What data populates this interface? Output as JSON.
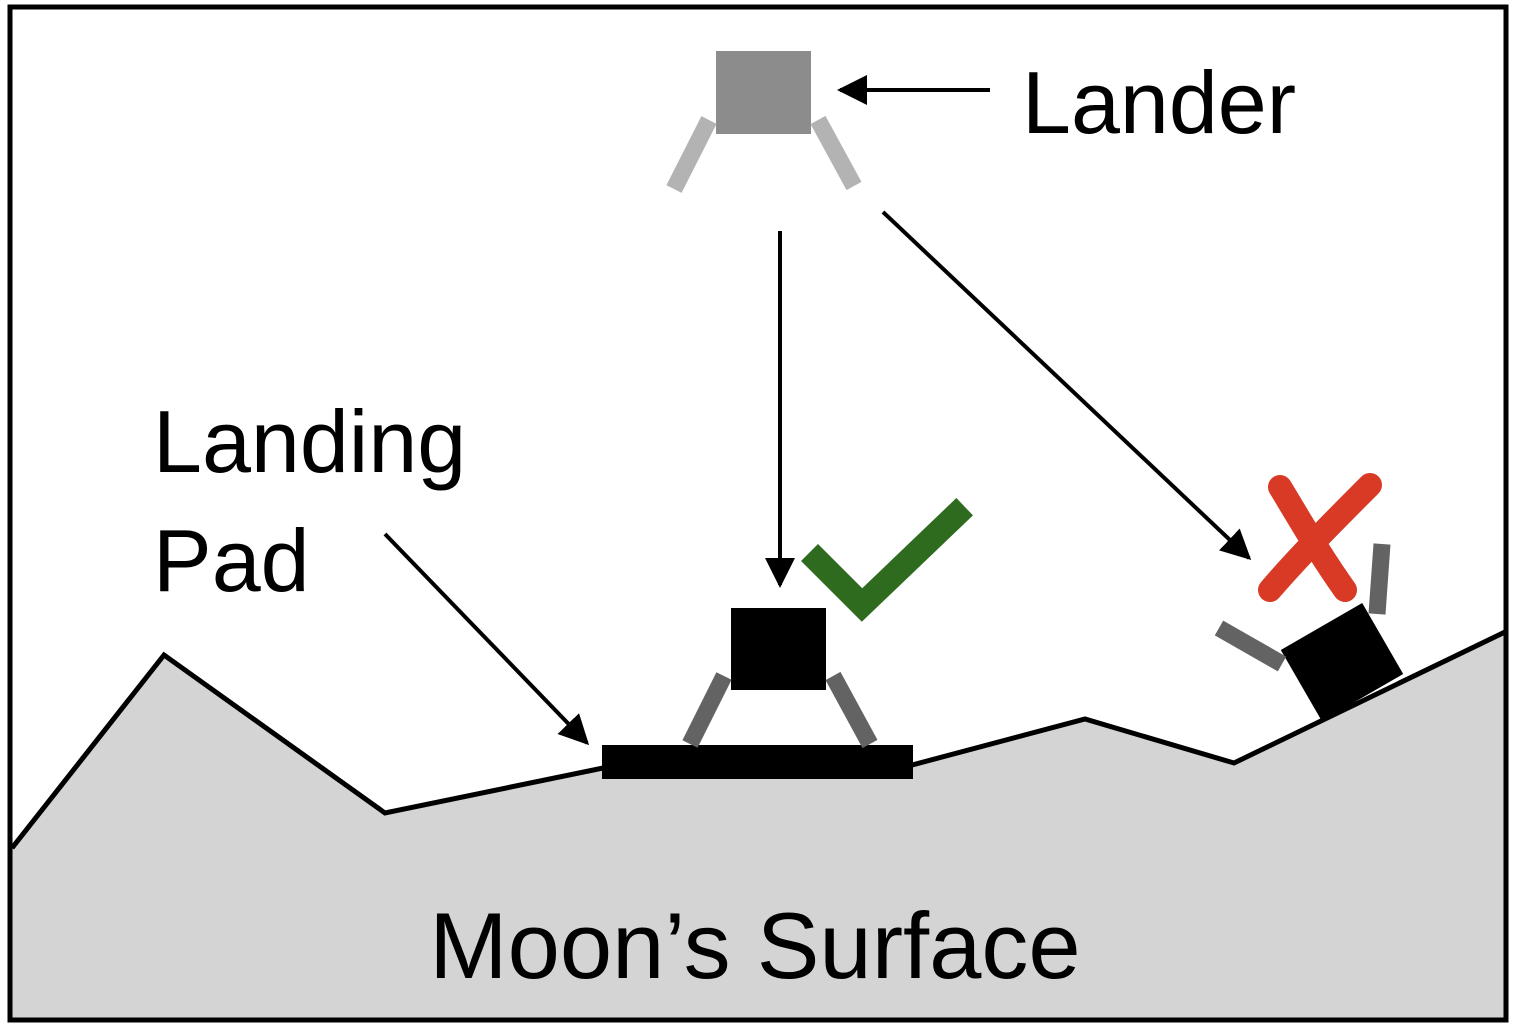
{
  "labels": {
    "lander": "Lander",
    "landing_pad_line1": "Landing",
    "landing_pad_line2": "Pad",
    "surface": "Moon’s Surface"
  },
  "icons": {
    "success": "checkmark-icon",
    "failure": "cross-icon"
  },
  "colors": {
    "frame": "#000000",
    "surface_fill": "#d4d4d4",
    "pad": "#000000",
    "lander_top_body": "#8c8c8c",
    "lander_top_legs": "#b3b3b3",
    "lander_landed_body": "#000000",
    "lander_landed_legs": "#636363",
    "check": "#2e6b1f",
    "cross": "#d93a26"
  }
}
